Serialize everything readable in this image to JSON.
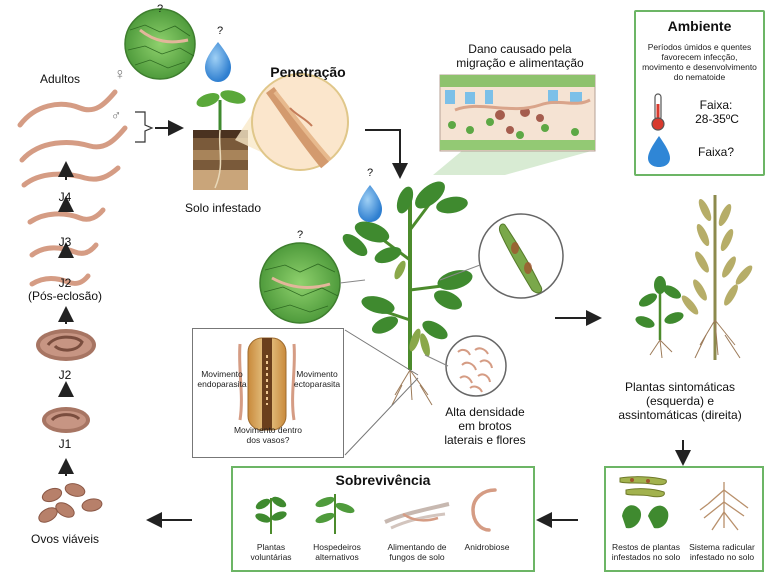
{
  "life_cycle": {
    "adults": "Adultos",
    "female_symbol": "♀",
    "male_symbol": "♂",
    "j4": "J4",
    "j3": "J3",
    "j2_post": "J2",
    "post_hatch": "(Pós-eclosão)",
    "j2": "J2",
    "j1": "J1",
    "eggs": "Ovos viáveis"
  },
  "penetration": {
    "title": "Penetração",
    "soil": "Solo infestado",
    "question": "?"
  },
  "damage": {
    "title_line1": "Dano causado pela",
    "title_line2": "migração e alimentação"
  },
  "environment": {
    "title": "Ambiente",
    "desc_line1": "Períodos úmidos e quentes",
    "desc_line2": "favorecem infecção,",
    "desc_line3": "movimento e desenvolvimento",
    "desc_line4": "do nematoide",
    "temp_label": "Faixa:",
    "temp_range": "28-35ºC",
    "moisture_label": "Faixa?"
  },
  "movement": {
    "endo_line1": "Movimento",
    "endo_line2": "endoparasita",
    "ecto_line1": "Movimento",
    "ecto_line2": "ectoparasita",
    "vessels_line1": "Movimento dentro",
    "vessels_line2": "dos vasos?"
  },
  "density": {
    "line1": "Alta densidade",
    "line2": "em brotos",
    "line3": "laterais e flores"
  },
  "plants": {
    "line1": "Plantas sintomáticas",
    "line2": "(esquerda) e",
    "line3": "assintomáticas (direita)"
  },
  "survival": {
    "title": "Sobrevivência",
    "items": [
      {
        "line1": "Plantas",
        "line2": "voluntárias"
      },
      {
        "line1": "Hospedeiros",
        "line2": "alternativos"
      },
      {
        "line1": "Alimentando de",
        "line2": "fungos de solo"
      },
      {
        "line1": "Anidrobiose",
        "line2": ""
      }
    ]
  },
  "residues": {
    "left_line1": "Restos de plantas",
    "left_line2": "infestados no solo",
    "right_line1": "Sistema radicular",
    "right_line2": "infestado no solo"
  },
  "colors": {
    "green_border": "#6cb565",
    "nematode": "#d9a48a",
    "water": "#4a9be0",
    "leaf": "#3f8a2f"
  }
}
